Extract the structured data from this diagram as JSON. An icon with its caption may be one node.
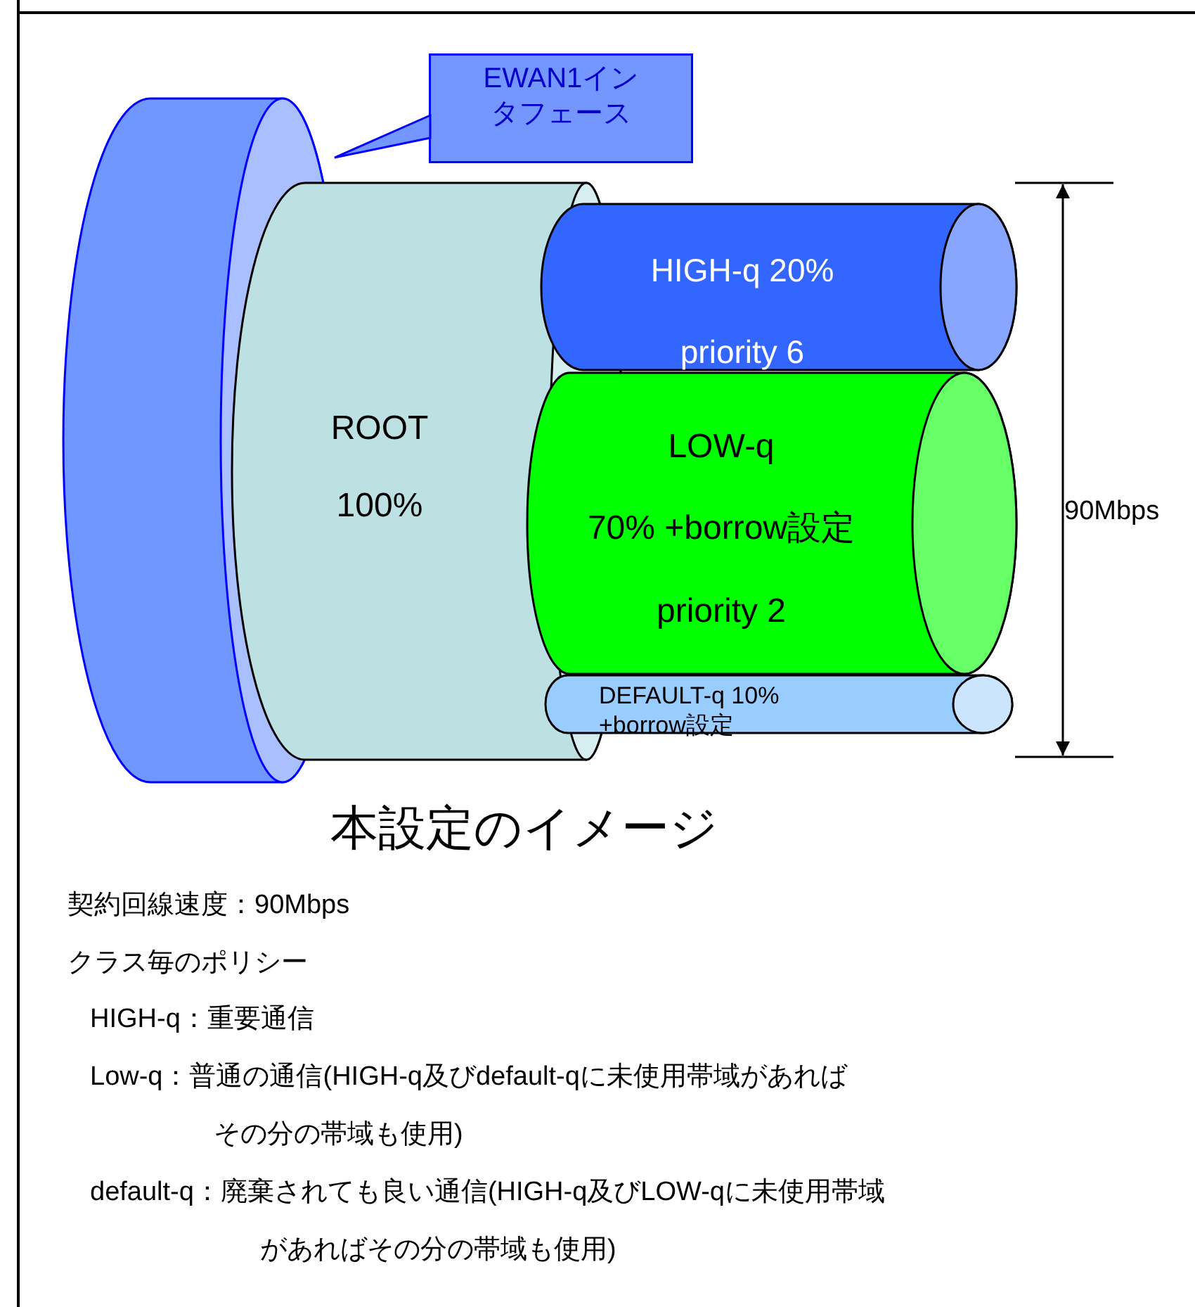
{
  "diagram": {
    "caption": "本設定のイメージ",
    "nodes": [
      {
        "text": [],
        "shape": "cylinder"
      },
      {
        "text": [
          "EWAN1インタフェース"
        ]
      },
      {
        "text": [
          "ROOT",
          "100%"
        ]
      },
      {
        "text": [
          "HIGH-q 20%",
          "priority 6"
        ]
      },
      {
        "text": [
          "LOW-q",
          "70% +borrow設定",
          "priority 2"
        ]
      },
      {
        "text": [
          "DEFAULT-q 10% +borrow設定"
        ]
      }
    ],
    "edges": [
      {
        "from": 1,
        "to": 0,
        "arrow": "none"
      }
    ],
    "labels": [
      "90Mbps",
      "契約回線速度：90Mbps",
      "クラス毎のポリシー",
      "HIGH-q：重要通信",
      "Low-q：普通の通信(HIGH-q及びdefault-qに未使用帯域があればその分の帯域も使用)",
      "default-q：廃棄されても良い通信(HIGH-q及びLOW-qに未使用帯域があればその分の帯域も使用)"
    ]
  }
}
